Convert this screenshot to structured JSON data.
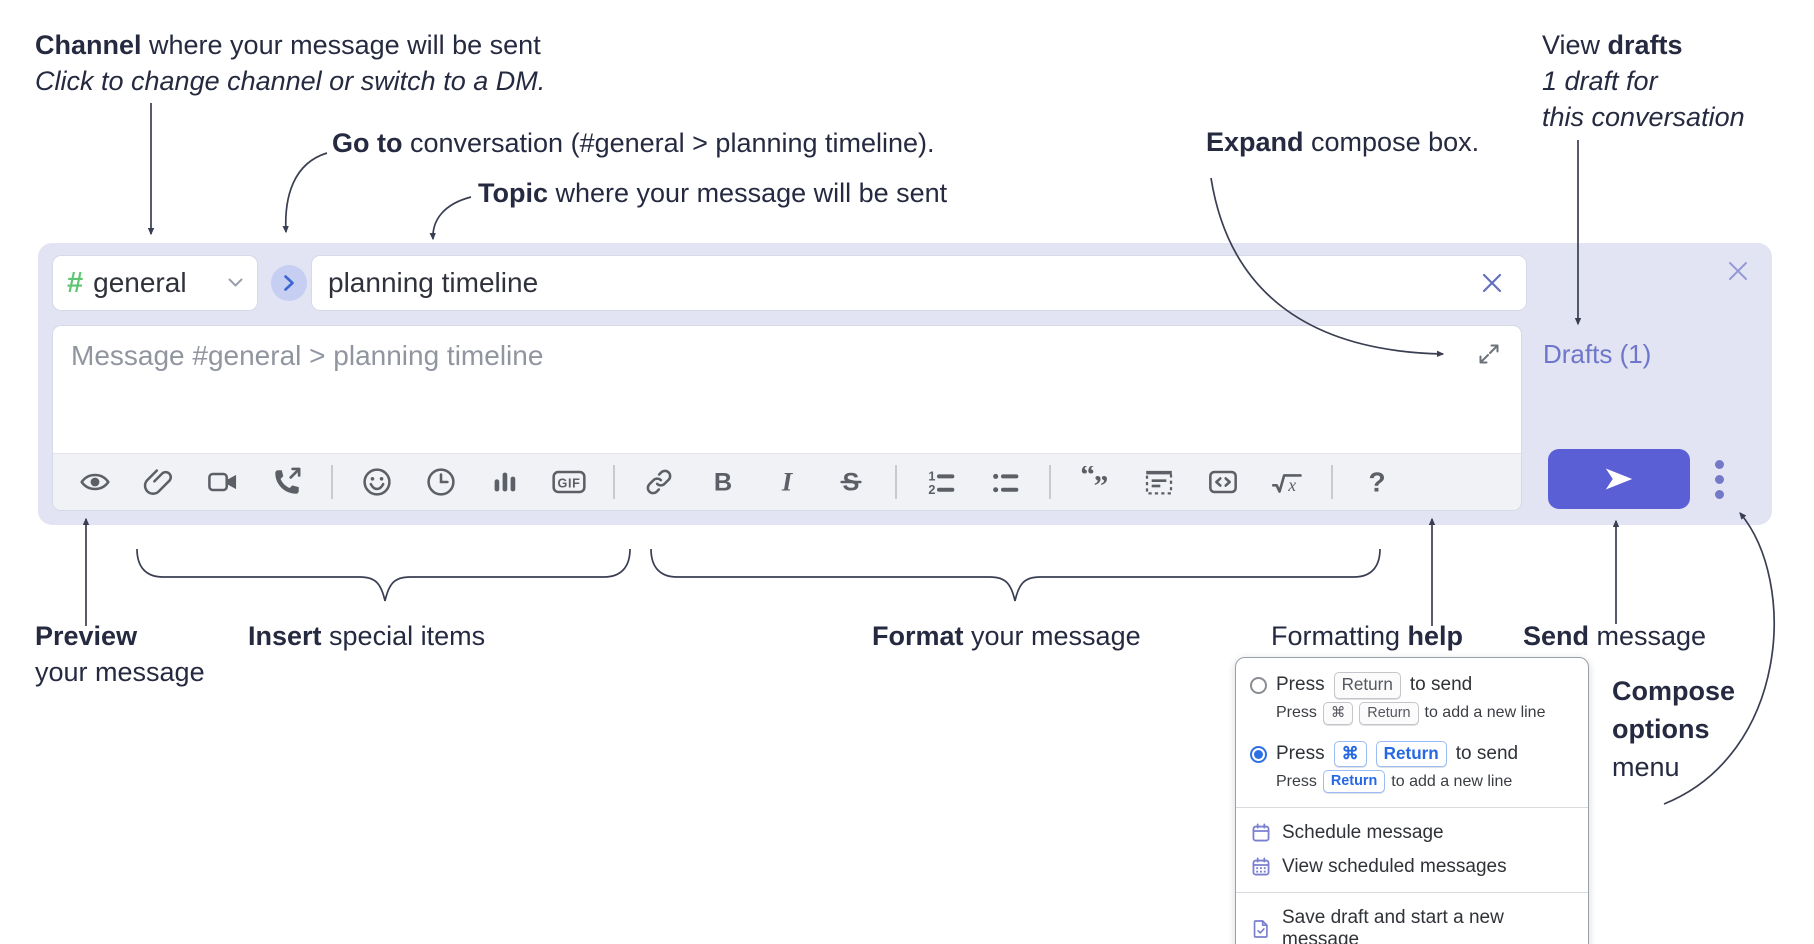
{
  "annotations": {
    "channel": {
      "bold": "Channel",
      "rest": " where your message will be sent",
      "line2": "Click to change channel or switch to a DM."
    },
    "go_to": {
      "bold": "Go to",
      "rest": " conversation (#general > planning timeline)."
    },
    "topic": {
      "bold": "Topic",
      "rest": " where your message will be sent"
    },
    "expand": {
      "bold": "Expand",
      "rest": " compose box."
    },
    "view_drafts": {
      "pre": "View ",
      "bold": "drafts",
      "line2": "1 draft for",
      "line3": "this conversation"
    },
    "preview": {
      "bold": "Preview",
      "line2": "your message"
    },
    "insert": {
      "bold": "Insert",
      "rest": " special items"
    },
    "format": {
      "bold": "Format",
      "rest": " your message"
    },
    "formatting_help": {
      "pre": "Formatting ",
      "bold": "help"
    },
    "send": {
      "bold": "Send",
      "rest": " message"
    },
    "compose_options": {
      "line1": "Compose",
      "line2": "options",
      "line3": "menu"
    }
  },
  "compose": {
    "channel": {
      "hash": "#",
      "name": "general"
    },
    "topic_value": "planning timeline",
    "message_placeholder": "Message #general > planning timeline",
    "drafts_link": "Drafts (1)",
    "toolbar": {
      "icons": [
        "preview-eye",
        "attach-paperclip",
        "video-call",
        "audio-call",
        "emoji",
        "time",
        "poll",
        "gif",
        "link",
        "bold",
        "italic",
        "strikethrough",
        "numbered-list",
        "bulleted-list",
        "quote",
        "spoiler",
        "code",
        "math",
        "help"
      ],
      "gif_label": "GIF",
      "bold_glyph": "B",
      "italic_glyph": "I",
      "strike_glyph": "S",
      "help_glyph": "?",
      "ol_glyph_1": "1",
      "ol_glyph_2": "2",
      "quote_glyphs": "“”",
      "math_glyph": "√x"
    }
  },
  "options_menu": {
    "return_to_send": {
      "pre": "Press",
      "key": "Return",
      "post": "to send",
      "sub_pre": "Press",
      "sub_key1": "⌘",
      "sub_key2": "Return",
      "sub_post": "to add a new line"
    },
    "cmd_return_to_send": {
      "pre": "Press",
      "key1": "⌘",
      "key2": "Return",
      "post": "to send",
      "sub_pre": "Press",
      "sub_key": "Return",
      "sub_post": "to add a new line"
    },
    "items": [
      {
        "icon": "calendar-icon",
        "label": "Schedule message"
      },
      {
        "icon": "calendar-grid-icon",
        "label": "View scheduled messages"
      },
      {
        "icon": "save-draft-icon",
        "label": "Save draft and start a new message"
      }
    ]
  },
  "colors": {
    "compose_bg": "#e2e4f3",
    "send_accent": "#5b5fd6",
    "drafts_link": "#6d76c9",
    "radio_selected": "#2e6fe4",
    "menu_icon_purple": "#7a7fd0",
    "hash_green": "#5ec573",
    "annotation_ink": "#262a40"
  }
}
